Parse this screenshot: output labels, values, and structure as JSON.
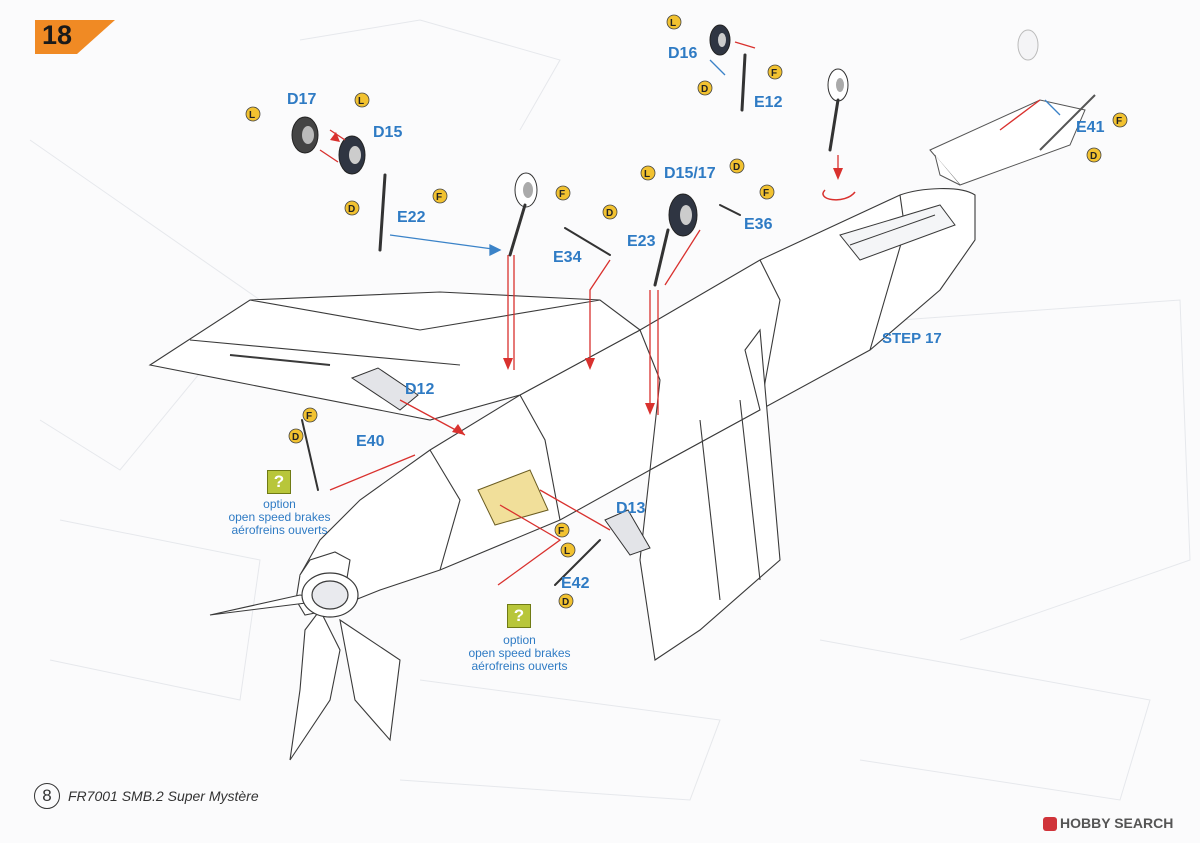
{
  "step": {
    "number": "18",
    "badge_color": "#f08a24"
  },
  "parts": [
    {
      "id": "d17",
      "label": "D17"
    },
    {
      "id": "d15",
      "label": "D15"
    },
    {
      "id": "e22",
      "label": "E22"
    },
    {
      "id": "d16",
      "label": "D16"
    },
    {
      "id": "e12",
      "label": "E12"
    },
    {
      "id": "e34",
      "label": "E34"
    },
    {
      "id": "d15-17",
      "label": "D15/17"
    },
    {
      "id": "e23",
      "label": "E23"
    },
    {
      "id": "e36",
      "label": "E36"
    },
    {
      "id": "e41",
      "label": "E41"
    },
    {
      "id": "d12",
      "label": "D12"
    },
    {
      "id": "e40",
      "label": "E40"
    },
    {
      "id": "d13",
      "label": "D13"
    },
    {
      "id": "e42",
      "label": "E42"
    }
  ],
  "step_reference": "STEP 17",
  "badge_letters": {
    "l": "L",
    "f": "F",
    "d": "D"
  },
  "options": [
    {
      "id": "option-left",
      "icon": "question-icon",
      "line1": "option",
      "line2": "open speed brakes",
      "line3": "aérofreins ouverts"
    },
    {
      "id": "option-center",
      "icon": "question-icon",
      "line1": "option",
      "line2": "open speed brakes",
      "line3": "aérofreins ouverts"
    }
  ],
  "footer": {
    "page_number": "8",
    "kit_title": "FR7001 SMB.2 Super Mystère"
  },
  "watermark": {
    "text": "HOBBY SEARCH"
  },
  "colors": {
    "label_blue": "#2f7bc4",
    "arrow_red": "#d9312e",
    "arrow_blue": "#3b83c8",
    "badge_yellow": "#f2c230",
    "option_green": "#b8c63a"
  }
}
